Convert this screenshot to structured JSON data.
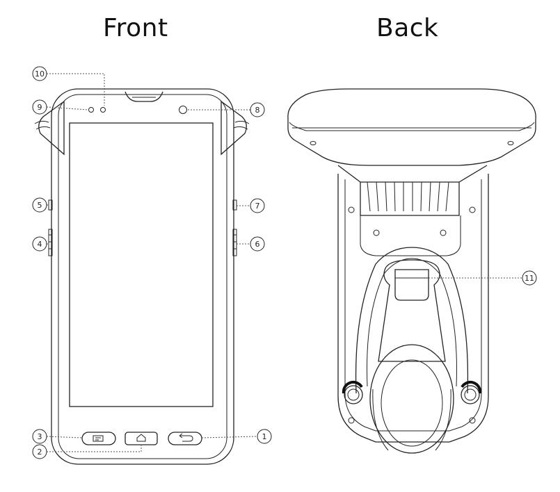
{
  "titles": {
    "front": "Front",
    "back": "Back"
  },
  "callouts": [
    {
      "n": "1"
    },
    {
      "n": "2"
    },
    {
      "n": "3"
    },
    {
      "n": "4"
    },
    {
      "n": "5"
    },
    {
      "n": "6"
    },
    {
      "n": "7"
    },
    {
      "n": "8"
    },
    {
      "n": "9"
    },
    {
      "n": "10"
    },
    {
      "n": "11"
    }
  ]
}
